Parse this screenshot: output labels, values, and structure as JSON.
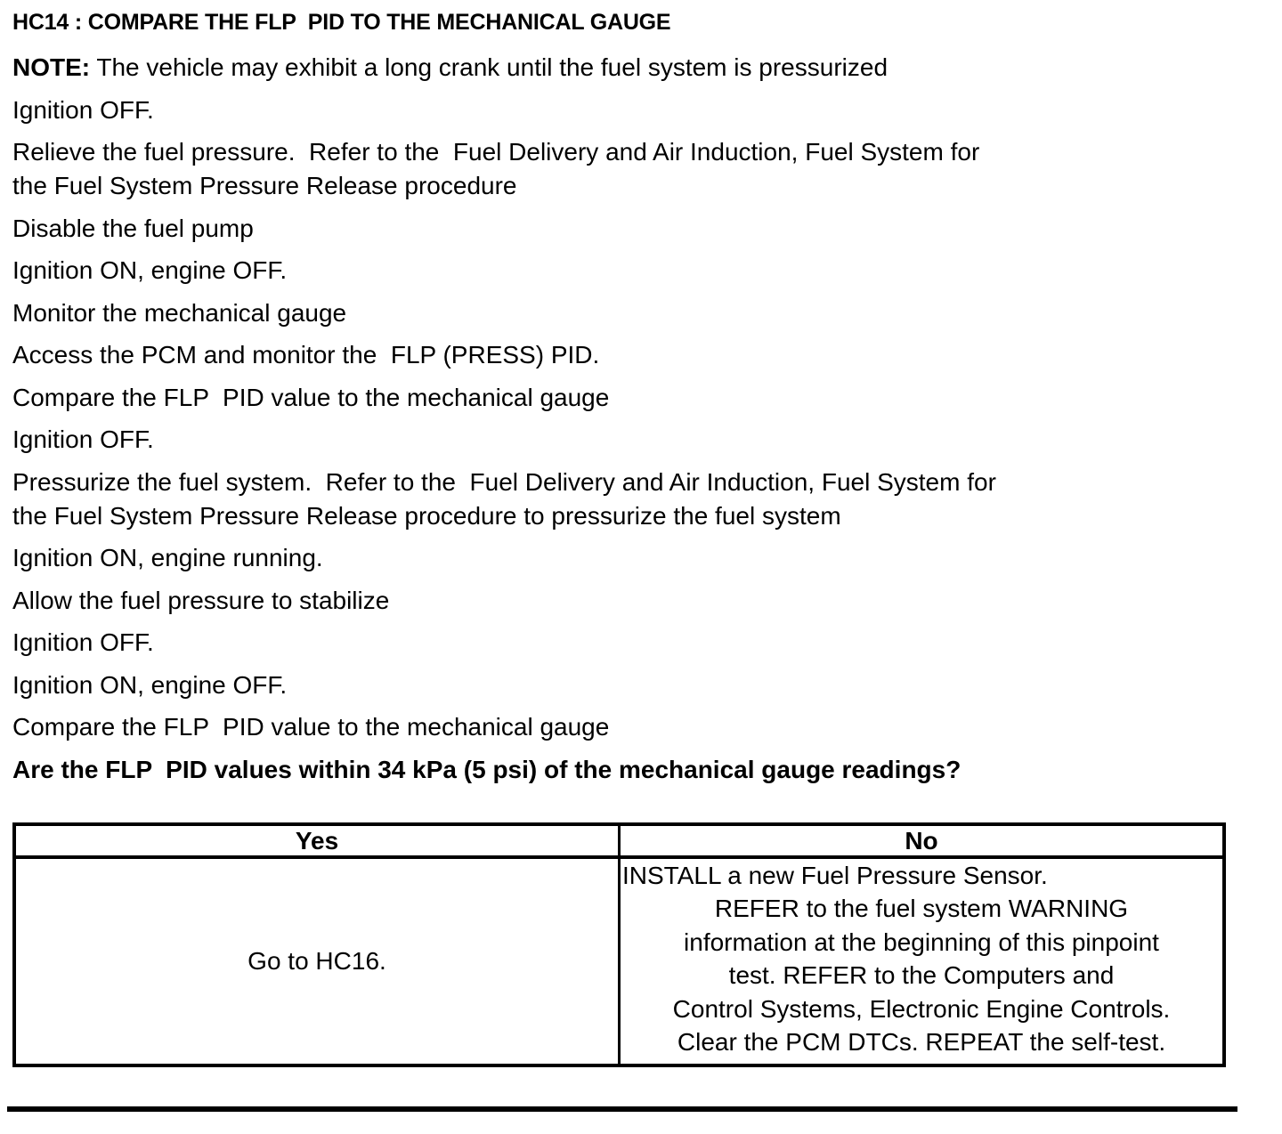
{
  "page": {
    "title": "HC14 : COMPARE THE FLP  PID TO THE MECHANICAL GAUGE"
  },
  "note": {
    "label": "NOTE:",
    "text": " The vehicle may exhibit a long crank until the fuel system is pressurized"
  },
  "steps": [
    "Ignition OFF.",
    "Relieve the fuel pressure.  Refer to the  Fuel Delivery and Air Induction, Fuel System for\nthe Fuel System Pressure Release procedure",
    "Disable the fuel pump",
    "Ignition ON, engine OFF.",
    "Monitor the mechanical gauge",
    "Access the PCM and monitor the  FLP (PRESS) PID.",
    "Compare the FLP  PID value to the mechanical gauge",
    "Ignition OFF.",
    "Pressurize the fuel system.  Refer to the  Fuel Delivery and Air Induction, Fuel System for\nthe Fuel System Pressure Release procedure to pressurize the fuel system",
    "Ignition ON, engine running.",
    "Allow the fuel pressure to stabilize",
    "Ignition OFF.",
    "Ignition ON, engine OFF.",
    "Compare the FLP  PID value to the mechanical gauge"
  ],
  "question": "Are the FLP  PID values within 34 kPa (5 psi) of the mechanical gauge readings?",
  "result_table": {
    "headers": [
      "Yes",
      "No"
    ],
    "yes_action": "Go to HC16.",
    "no_action_lines": [
      "INSTALL a new Fuel Pressure Sensor.",
      "REFER to the fuel system WARNING",
      "information at the beginning of this pinpoint",
      "test. REFER to the Computers and",
      "Control Systems, Electronic Engine Controls.",
      "Clear the PCM DTCs. REPEAT the self-test."
    ]
  },
  "colors": {
    "text": "#000000",
    "background": "#ffffff",
    "border": "#000000"
  }
}
